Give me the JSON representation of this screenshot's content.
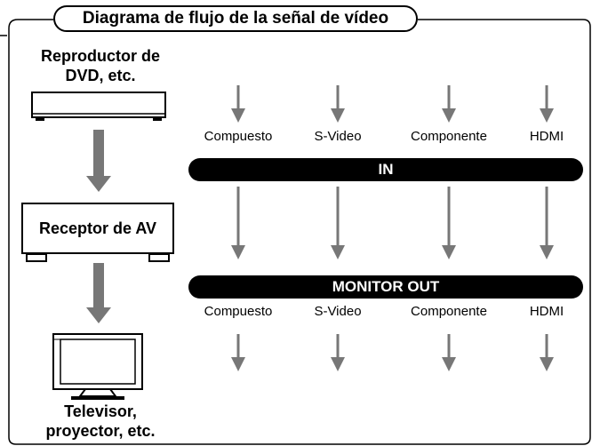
{
  "title": "Diagrama de flujo de la señal de vídeo",
  "devices": {
    "source_label_line1": "Reproductor de",
    "source_label_line2": "DVD, etc.",
    "receiver_label": "Receptor de AV",
    "display_label_line1": "Televisor,",
    "display_label_line2": "proyector, etc."
  },
  "signals_in": [
    "Compuesto",
    "S-Video",
    "Componente",
    "HDMI"
  ],
  "signals_out": [
    "Compuesto",
    "S-Video",
    "Componente",
    "HDMI"
  ],
  "bars": {
    "in_label": "IN",
    "out_label": "MONITOR OUT"
  },
  "colors": {
    "arrow_gray": "#777777",
    "bar": "#000000"
  }
}
